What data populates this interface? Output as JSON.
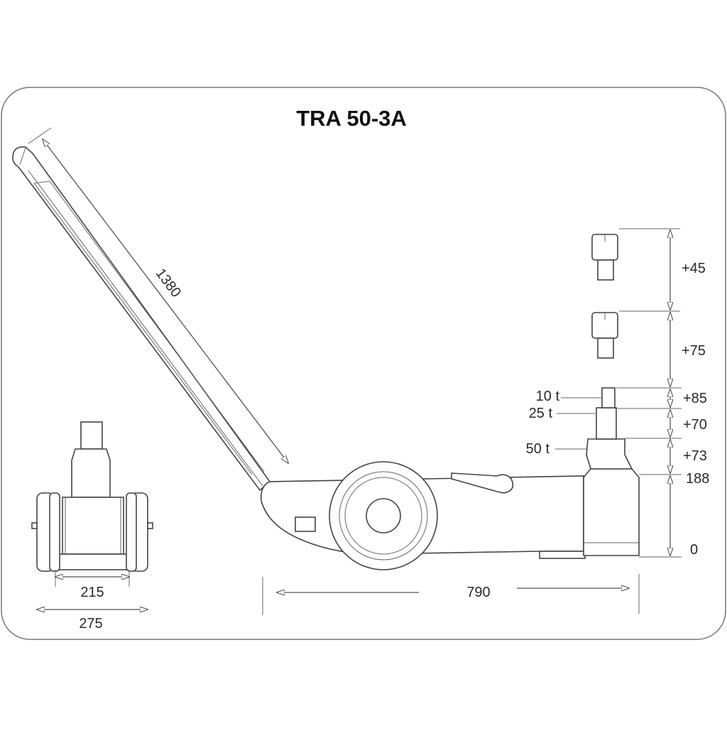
{
  "diagram": {
    "title": "TRA 50-3A",
    "handle_length": "1380",
    "front_view": {
      "inner_width": "215",
      "outer_width": "275"
    },
    "side_view": {
      "length": "790",
      "capacity_labels": [
        "10 t",
        "25 t",
        "50 t"
      ],
      "height_labels": [
        "+45",
        "+75",
        "+85",
        "+70",
        "+73",
        "188",
        "0"
      ]
    }
  }
}
